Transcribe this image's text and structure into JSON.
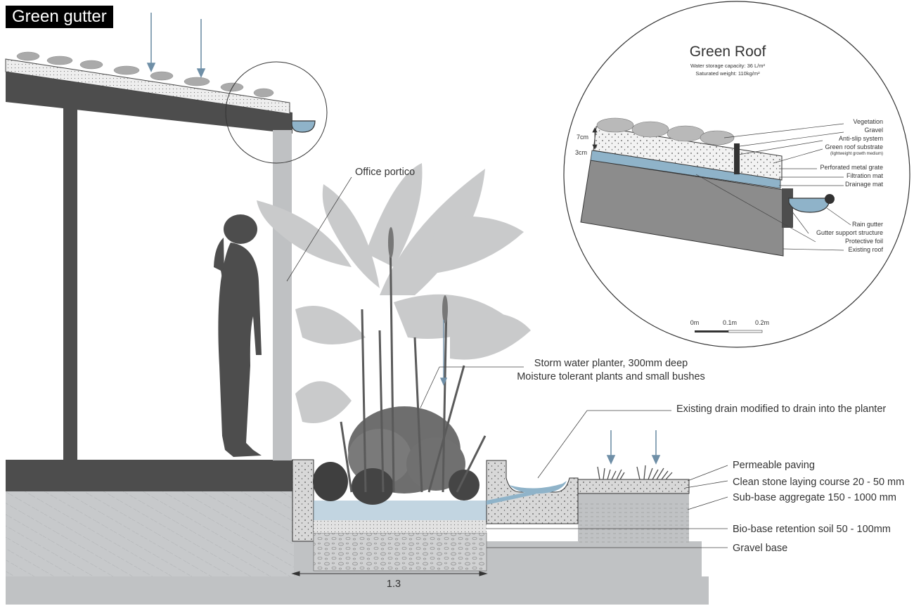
{
  "header": {
    "title": "Green gutter"
  },
  "main_labels": {
    "office_portico": "Office portico",
    "planter_line1": "Storm water planter, 300mm deep",
    "planter_line2": "Moisture tolerant plants and small bushes",
    "existing_drain": "Existing drain modified to drain into the planter",
    "permeable_paving": "Permeable paving",
    "clean_stone": "Clean stone laying course 20 - 50 mm",
    "sub_base": "Sub-base aggregate 150 - 1000 mm",
    "bio_base": "Bio-base retention soil 50 - 100mm",
    "gravel_base": "Gravel base",
    "dimension": "1.3"
  },
  "detail": {
    "title": "Green Roof",
    "capacity": "Water storage capacity: 36 L/m²",
    "weight": "Saturated weight: 110kg/m²",
    "dim_7": "7cm",
    "dim_3": "3cm",
    "layers": [
      {
        "label": "Vegetation"
      },
      {
        "label": "Gravel"
      },
      {
        "label": "Anti-slip system"
      },
      {
        "label": "Green roof substrate"
      },
      {
        "label": "(lightweight growth medium)"
      },
      {
        "label": "Perforated metal grate"
      },
      {
        "label": "Filtration mat"
      },
      {
        "label": "Drainage mat"
      },
      {
        "label": "Rain gutter"
      },
      {
        "label": "Gutter support structure"
      },
      {
        "label": "Protective foil"
      },
      {
        "label": "Existing roof"
      }
    ],
    "scale": [
      "0m",
      "0.1m",
      "0.2m"
    ]
  },
  "colors": {
    "structure": "#4d4d4d",
    "ground": "#bfc1c3",
    "water": "#8fb3c9",
    "arrow": "#6f8fa7",
    "foliage": "#c9cacb"
  }
}
